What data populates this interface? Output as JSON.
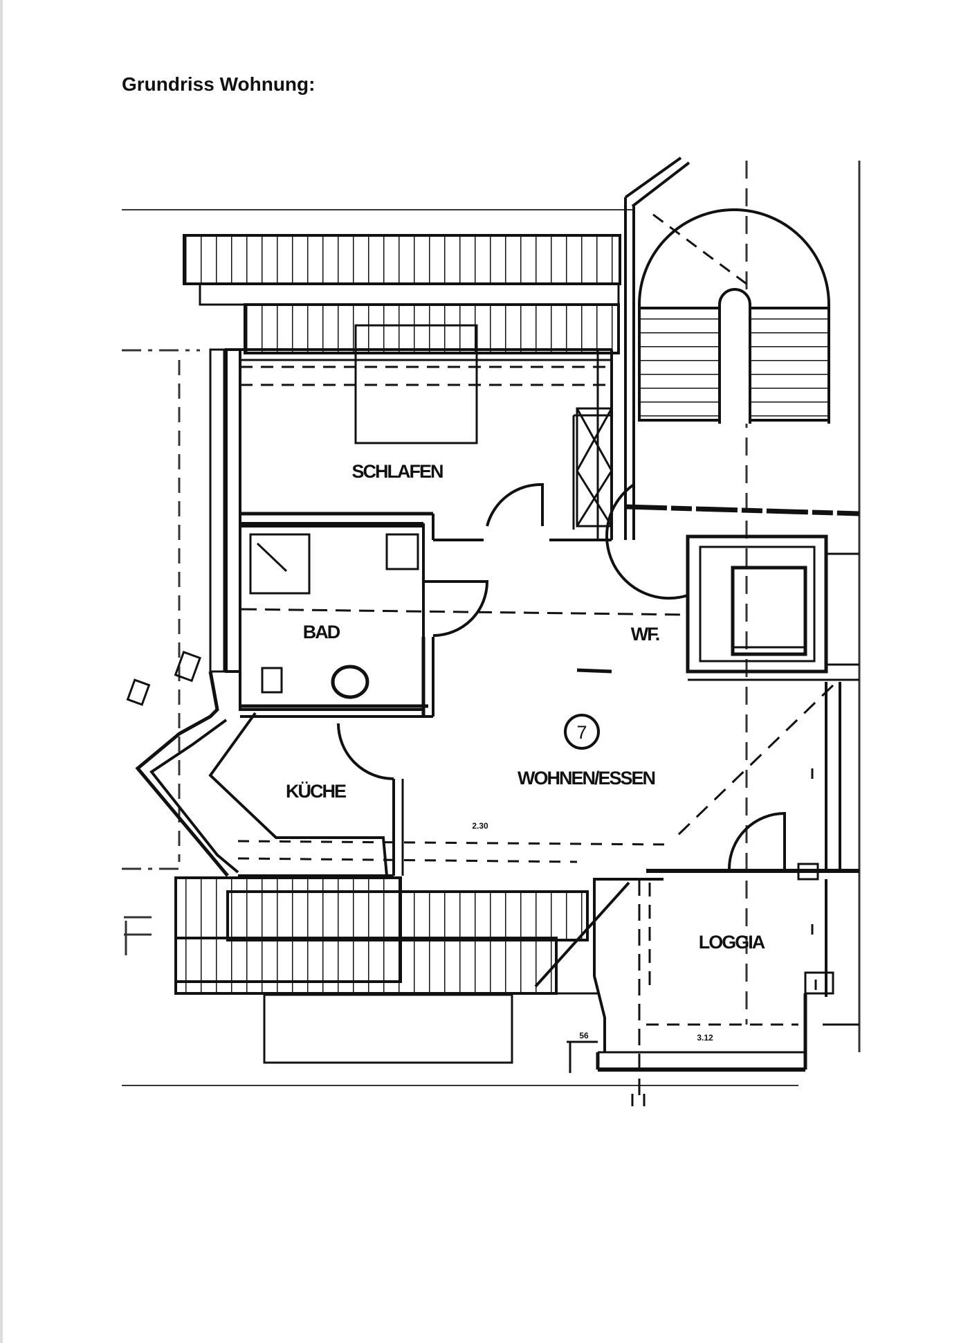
{
  "page": {
    "heading": "Grundriss Wohnung:"
  },
  "floorplan": {
    "unit_number": "7",
    "rooms": {
      "schlafen": "SCHLAFEN",
      "bad": "BAD",
      "wf": "WF.",
      "kueche": "KÜCHE",
      "wohnen_essen": "WOHNEN/ESSEN",
      "loggia": "LOGGIA"
    },
    "dimensions": {
      "d1": "2.30",
      "d2": "3.12",
      "d3": "56"
    }
  }
}
